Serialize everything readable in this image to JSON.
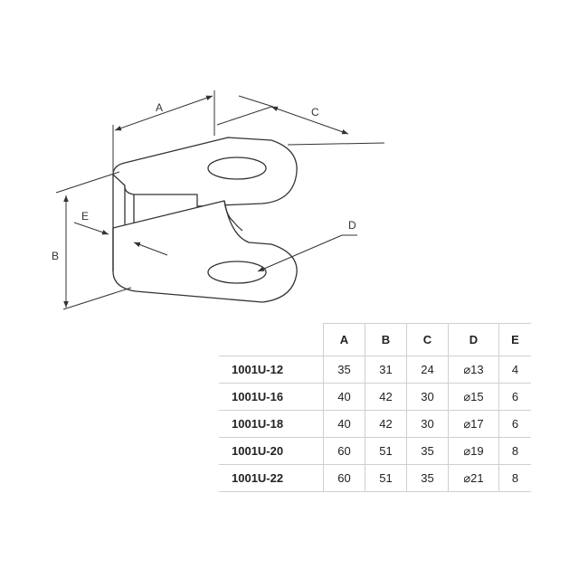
{
  "drawing": {
    "dimension_labels": {
      "a": "A",
      "b": "B",
      "c": "C",
      "d": "D",
      "e": "E"
    }
  },
  "table": {
    "columns": [
      "A",
      "B",
      "C",
      "D",
      "E"
    ],
    "rows": [
      {
        "model": "1001U-12",
        "a": "35",
        "b": "31",
        "c": "24",
        "d": "⌀13",
        "e": "4"
      },
      {
        "model": "1001U-16",
        "a": "40",
        "b": "42",
        "c": "30",
        "d": "⌀15",
        "e": "6"
      },
      {
        "model": "1001U-18",
        "a": "40",
        "b": "42",
        "c": "30",
        "d": "⌀17",
        "e": "6"
      },
      {
        "model": "1001U-20",
        "a": "60",
        "b": "51",
        "c": "35",
        "d": "⌀19",
        "e": "8"
      },
      {
        "model": "1001U-22",
        "a": "60",
        "b": "51",
        "c": "35",
        "d": "⌀21",
        "e": "8"
      }
    ]
  }
}
